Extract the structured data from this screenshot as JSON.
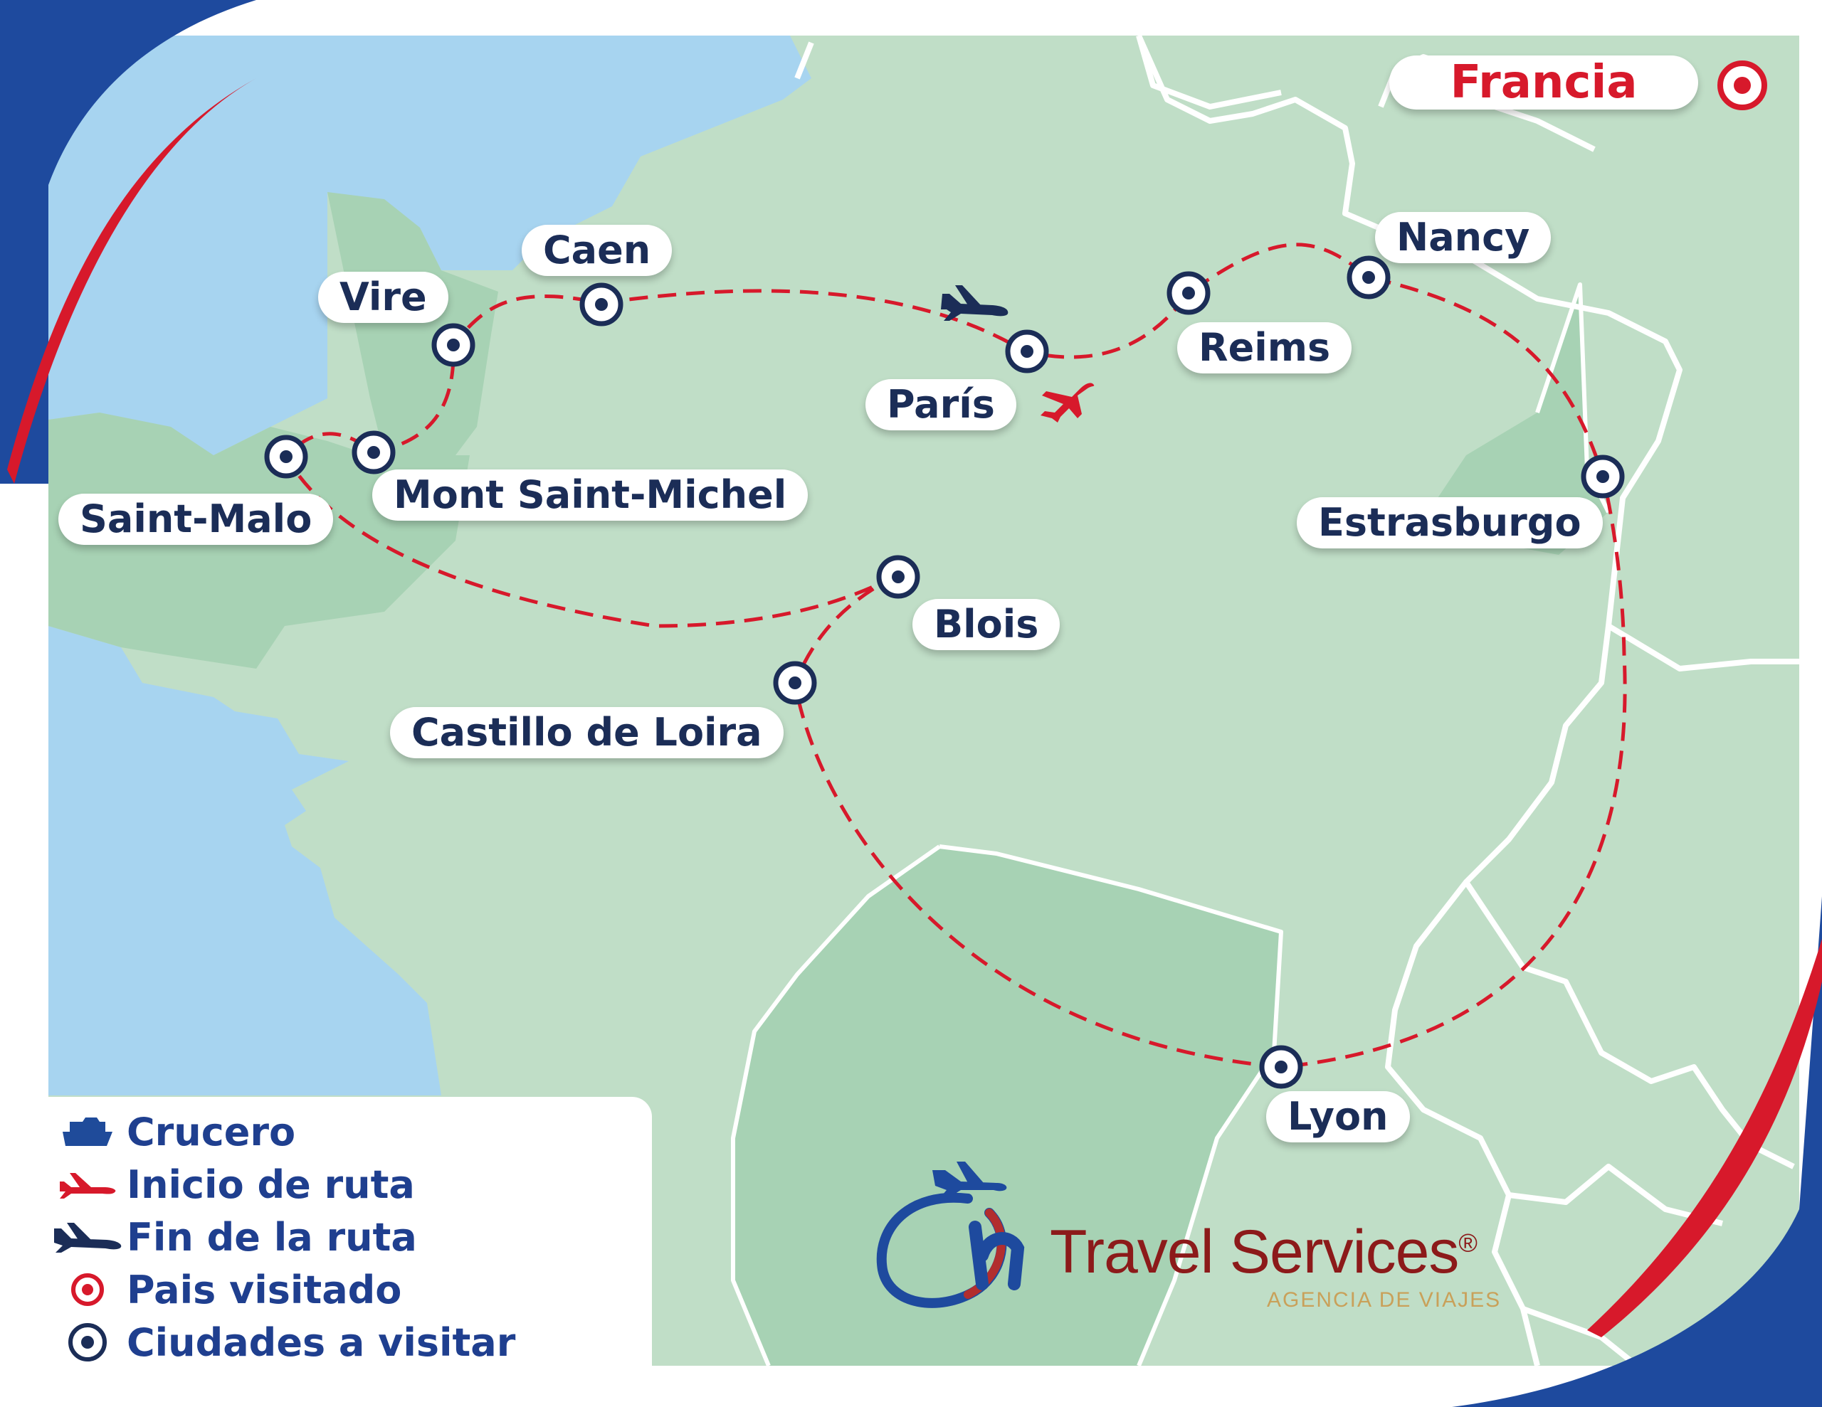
{
  "country": {
    "name": "Francia",
    "marker_color": "#d7192b"
  },
  "colors": {
    "route": "#d7192b",
    "city_marker": "#1b2d57",
    "sea": "#a7d4f0",
    "land": "#c0dec7",
    "highland": "#a7d2b4",
    "frame_blue": "#1e4a9e",
    "frame_red": "#d7192b"
  },
  "cities": [
    {
      "name": "Caen"
    },
    {
      "name": "Vire"
    },
    {
      "name": "Nancy"
    },
    {
      "name": "Reims"
    },
    {
      "name": "París"
    },
    {
      "name": "Saint-Malo"
    },
    {
      "name": "Mont Saint-Michel"
    },
    {
      "name": "Estrasburgo"
    },
    {
      "name": "Blois"
    },
    {
      "name": "Castillo de Loira"
    },
    {
      "name": "Lyon"
    }
  ],
  "legend": [
    {
      "icon": "ship-icon",
      "label": "Crucero"
    },
    {
      "icon": "plane-start-icon",
      "label": "Inicio de ruta"
    },
    {
      "icon": "plane-end-icon",
      "label": "Fin de la ruta"
    },
    {
      "icon": "country-marker-icon",
      "label": "Pais visitado"
    },
    {
      "icon": "city-marker-icon",
      "label": "Ciudades a visitar"
    }
  ],
  "brand": {
    "name": "Travel Services",
    "registered": "®",
    "tagline": "AGENCIA DE VIAJES"
  }
}
